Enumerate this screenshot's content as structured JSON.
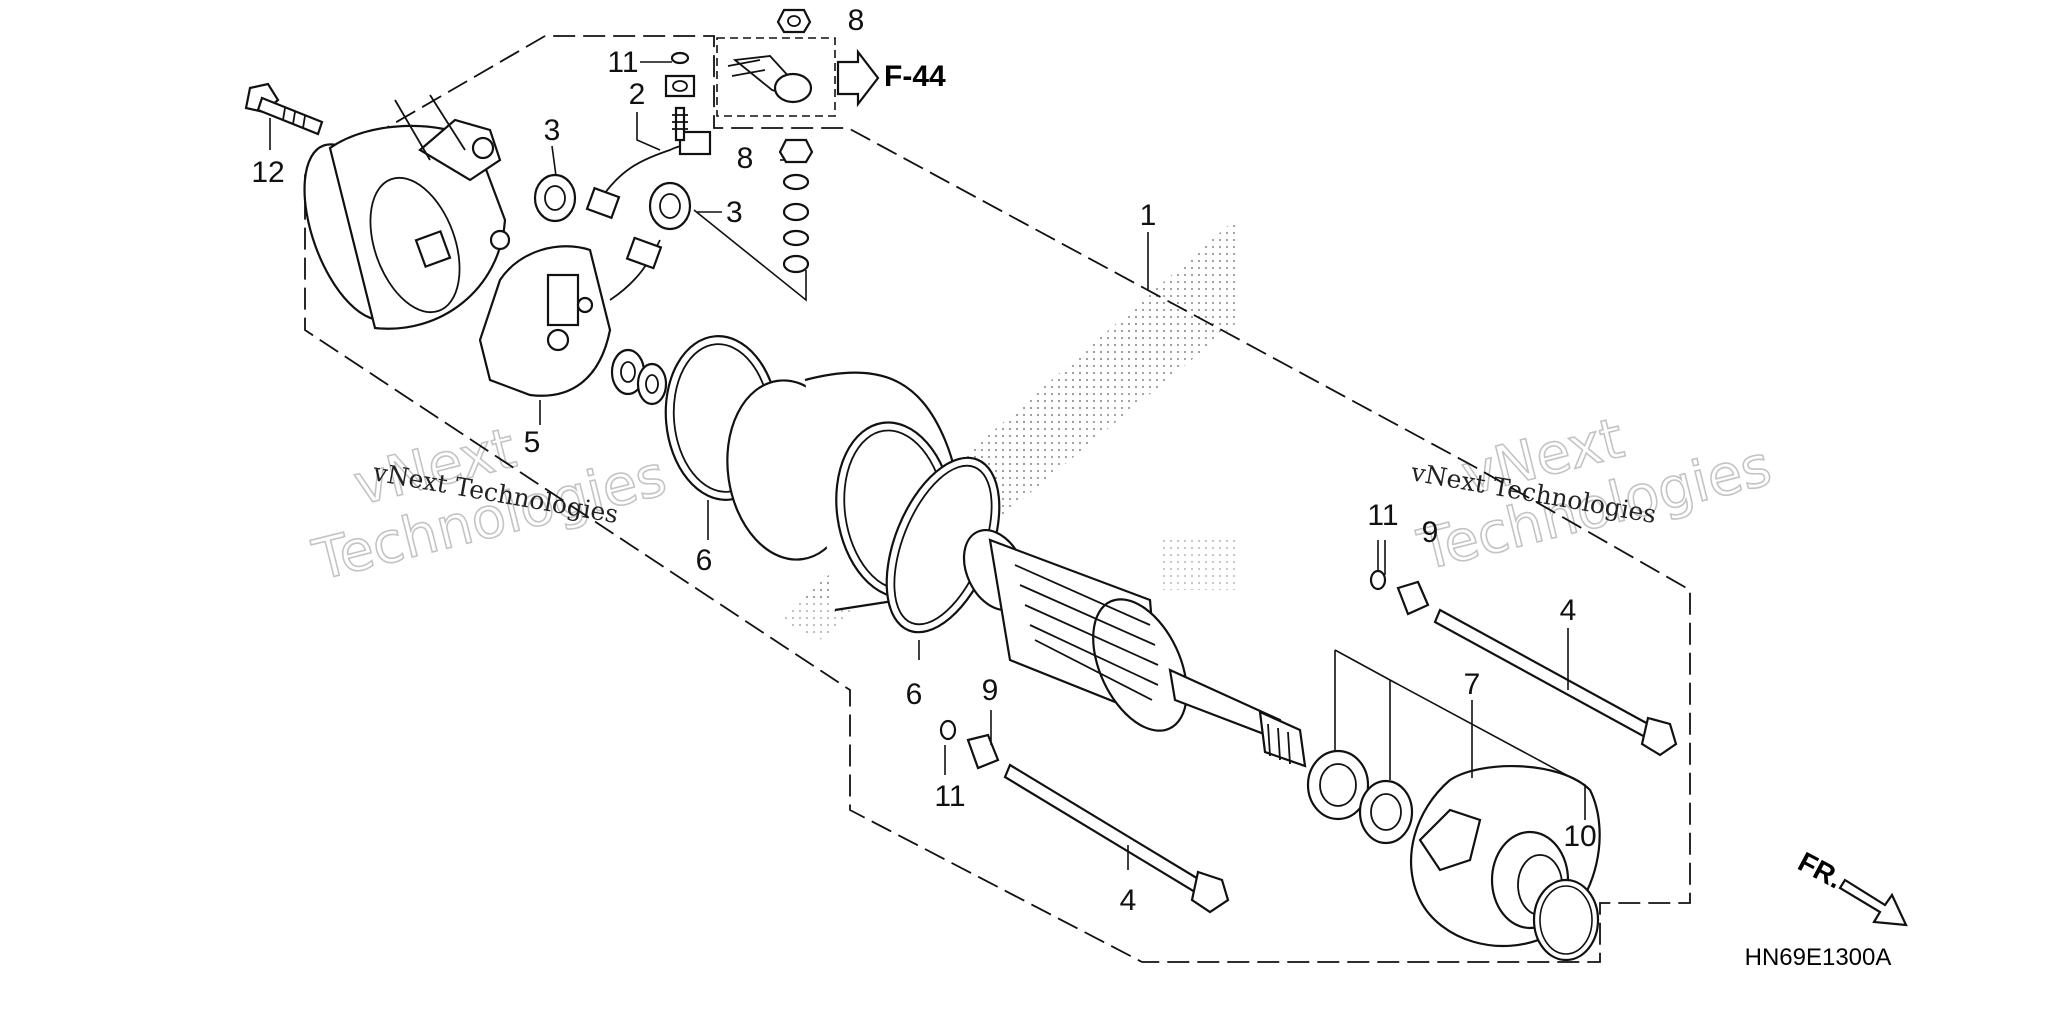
{
  "diagram": {
    "code": "HN69E1300A",
    "reference_label": "F-44",
    "front_label": "FR.",
    "watermark_small": "vNext Technologies",
    "watermark_large_line1": "vNext",
    "watermark_large_line2": "Technologies",
    "callouts": {
      "part1": "1",
      "part2": "2",
      "part3a": "3",
      "part3b": "3",
      "part4a": "4",
      "part4b": "4",
      "part5": "5",
      "part6a": "6",
      "part6b": "6",
      "part7": "7",
      "part8a": "8",
      "part8b": "8",
      "part9a": "9",
      "part9b": "9",
      "part10": "10",
      "part11a": "11",
      "part11b": "11",
      "part11c": "11",
      "part12": "12"
    }
  }
}
